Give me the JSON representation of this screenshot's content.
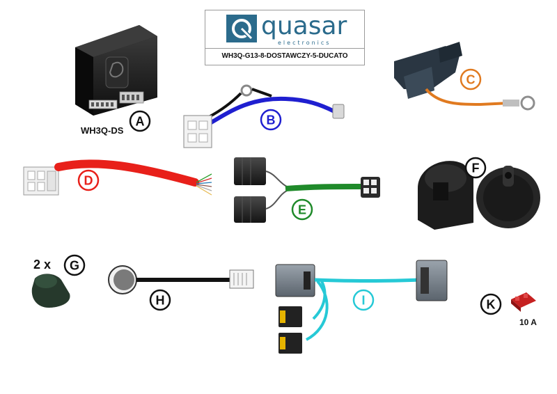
{
  "brand": {
    "name": "quasar",
    "tagline": "electronics",
    "product_code": "WH3Q-G13-8-DOSTAWCZY-5-DUCATO",
    "color": "#2b6b8c"
  },
  "parts": [
    {
      "letter": "A",
      "caption": "WH3Q-DS",
      "color": "#111111"
    },
    {
      "letter": "B",
      "color": "#1f1fd0"
    },
    {
      "letter": "C",
      "color": "#e07a20"
    },
    {
      "letter": "D",
      "color": "#e8201a"
    },
    {
      "letter": "E",
      "color": "#1f8a2a"
    },
    {
      "letter": "F",
      "color": "#111111"
    },
    {
      "letter": "G",
      "prefix": "2 x",
      "color": "#111111"
    },
    {
      "letter": "H",
      "color": "#111111"
    },
    {
      "letter": "I",
      "color": "#26c9d6"
    },
    {
      "letter": "K",
      "caption": "10 A",
      "color": "#111111"
    }
  ]
}
